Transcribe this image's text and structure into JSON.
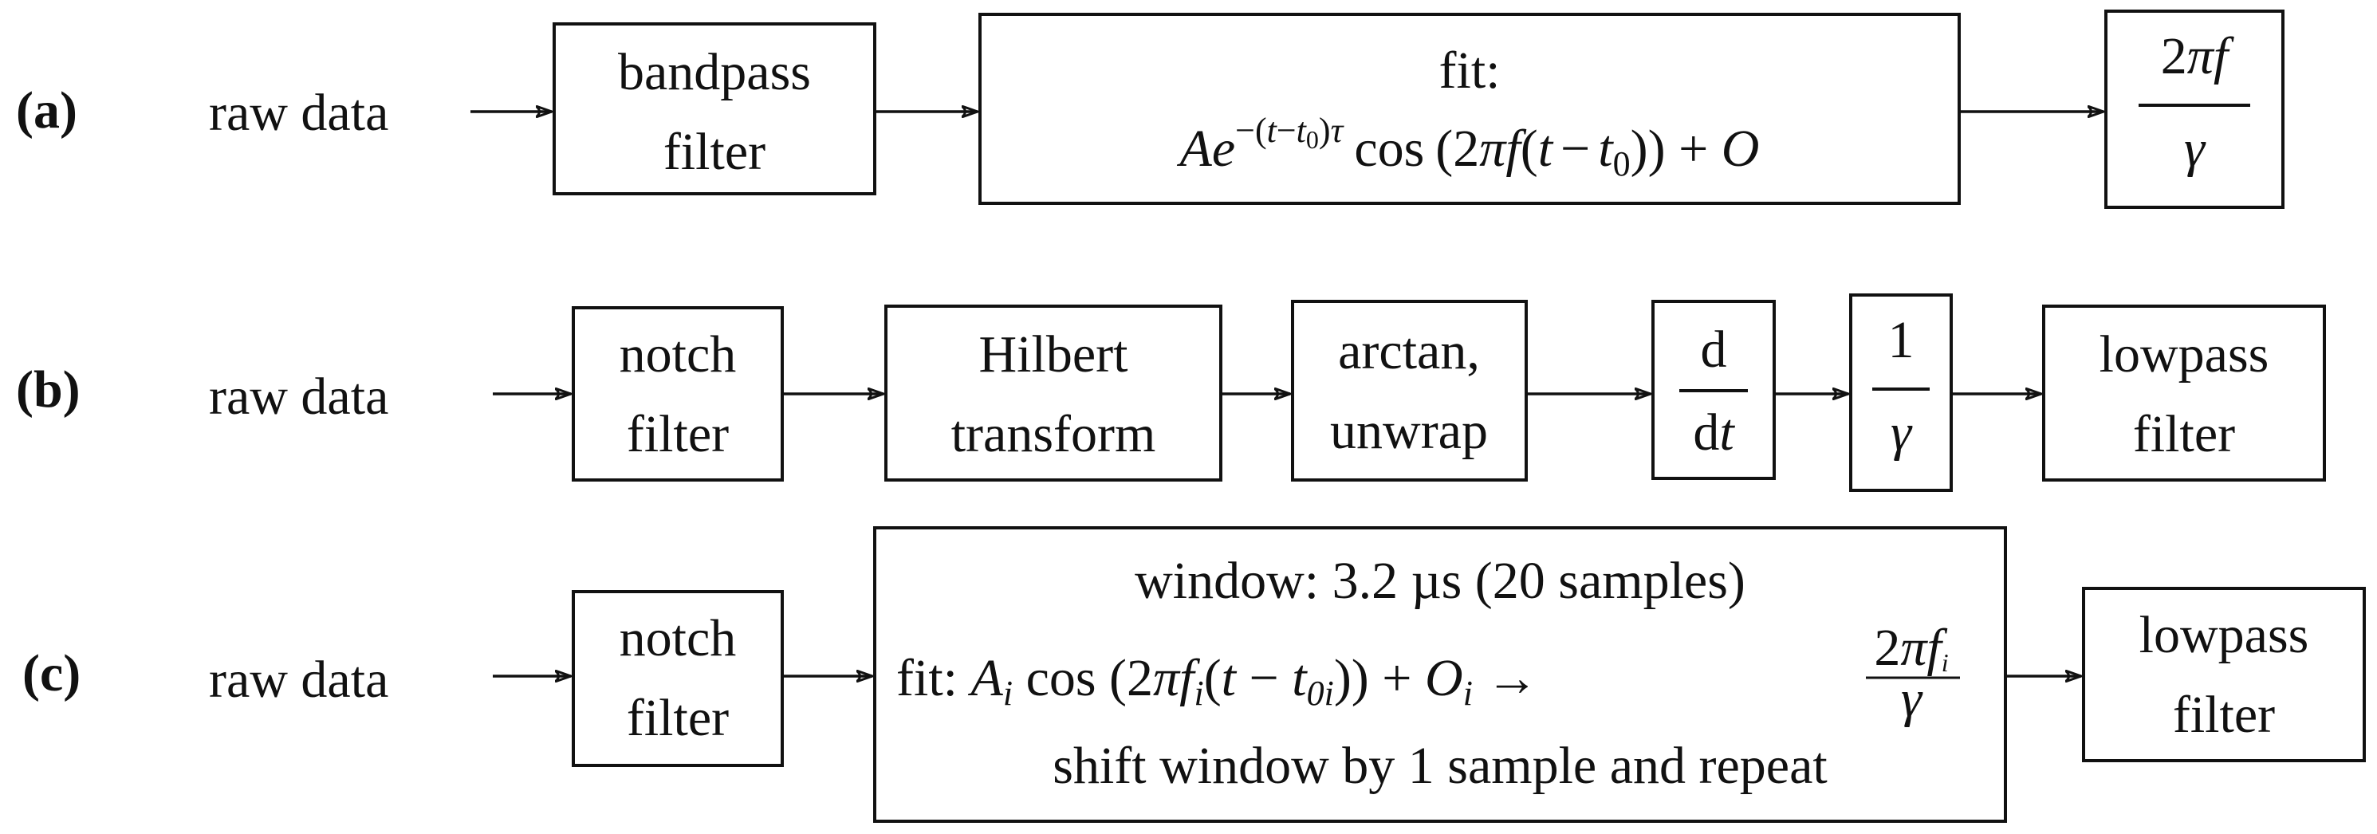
{
  "row_a": {
    "label": "(a)",
    "input": "raw data",
    "bandpass": [
      "bandpass",
      "filter"
    ],
    "fit_title": "fit:",
    "fit_formula": {
      "A": "A",
      "e": "e",
      "exp_minus_paren": "−(",
      "exp_t": "t",
      "exp_minus": "−",
      "exp_t0": "t",
      "exp_t0_sub": "0",
      "exp_close": ")",
      "exp_tau": "τ",
      "cos": "cos",
      "paren_open": "(2",
      "pi": "π",
      "f": "f",
      "inner_open": "(",
      "t": "t",
      "minus": "−",
      "t0": "t",
      "t0_sub": "0",
      "closes": ")) + ",
      "O": "O"
    },
    "result": {
      "num_2": "2",
      "num_pi": "π",
      "num_f": "f",
      "den_gamma": "γ"
    }
  },
  "row_b": {
    "label": "(b)",
    "input": "raw data",
    "notch": [
      "notch",
      "filter"
    ],
    "hilbert": [
      "Hilbert",
      "transform"
    ],
    "arctan": [
      "arctan,",
      "unwrap"
    ],
    "deriv": {
      "num": "d",
      "den_d": "d",
      "den_t": "t"
    },
    "inv": {
      "num": "1",
      "den_gamma": "γ"
    },
    "lowpass": [
      "lowpass",
      "filter"
    ]
  },
  "row_c": {
    "label": "(c)",
    "input": "raw data",
    "notch": [
      "notch",
      "filter"
    ],
    "window_line": "window: 3.2 µs (20 samples)",
    "fit_formula": {
      "fit": "fit: ",
      "A": "A",
      "A_sub": "i",
      "cos": " cos ",
      "paren_open": "(2",
      "pi": "π",
      "f": "f",
      "f_sub": "i",
      "inner_open": "(",
      "t": "t",
      "minus": " − ",
      "t0": "t",
      "t0_sub": "0i",
      "closes": ")) + ",
      "O": "O",
      "O_sub": "i",
      "arrow": " → "
    },
    "frac": {
      "num_2": "2",
      "num_pi": "π",
      "num_f": "f",
      "num_f_sub": "i",
      "den_gamma": "γ"
    },
    "shift_line": "shift window by 1 sample and repeat",
    "lowpass": [
      "lowpass",
      "filter"
    ]
  }
}
